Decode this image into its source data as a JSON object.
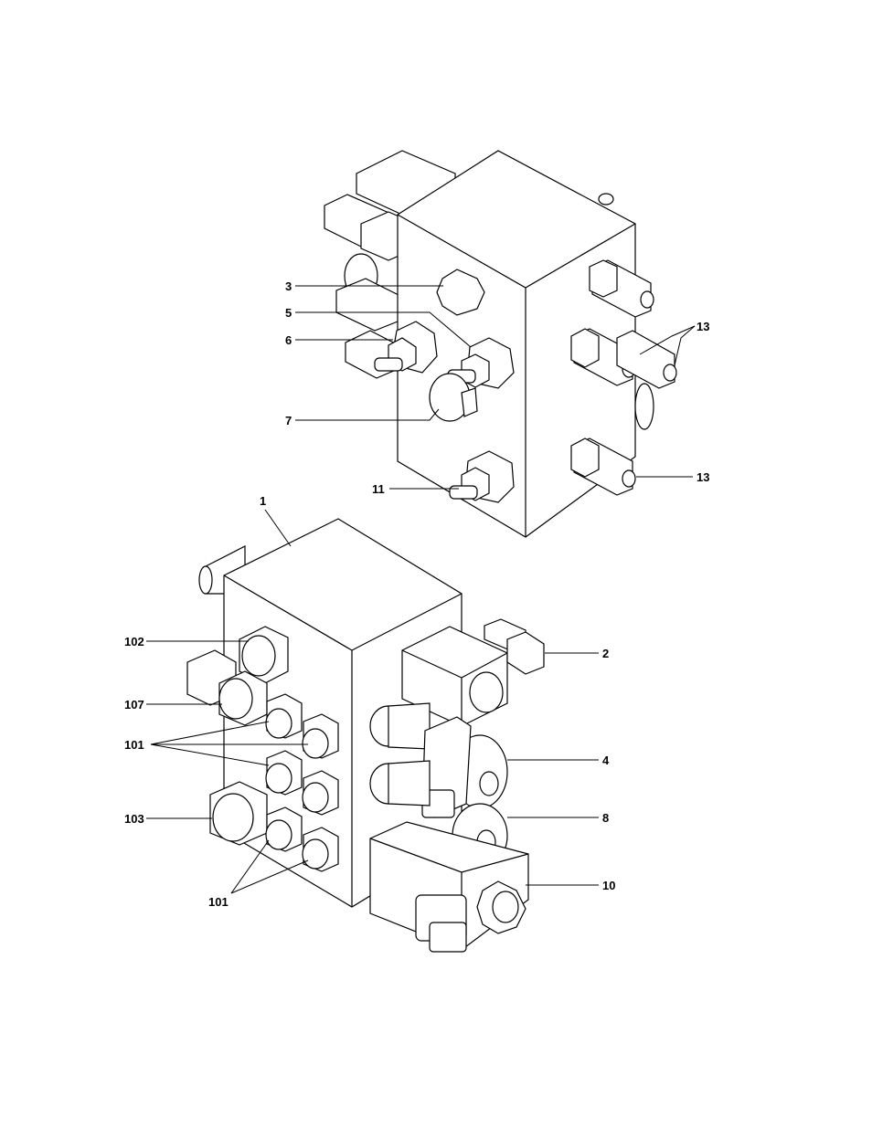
{
  "callouts": {
    "c3": "3",
    "c5": "5",
    "c6": "6",
    "c7": "7",
    "c11": "11",
    "c13a": "13",
    "c13b": "13",
    "c1": "1",
    "c102": "102",
    "c107": "107",
    "c101a": "101",
    "c103": "103",
    "c101b": "101",
    "c2": "2",
    "c4": "4",
    "c8": "8",
    "c10": "10"
  }
}
